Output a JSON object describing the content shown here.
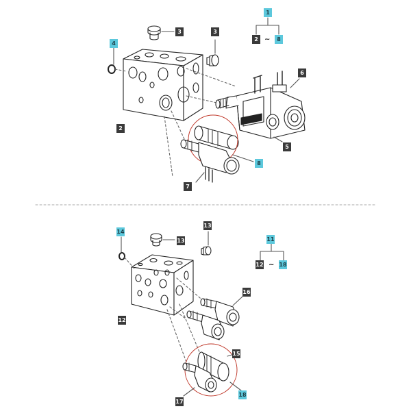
{
  "colors": {
    "dark_label": "#3a3a3a",
    "highlight_label": "#5cc8dc",
    "callout_circle": "#c0392b",
    "line": "#222222",
    "divider": "#aaaaaa"
  },
  "upper": {
    "group_label": "1",
    "range_from": "2",
    "range_sep": "~",
    "range_to": "8",
    "labels": {
      "plug_top": "3",
      "plug_side": "3",
      "oring": "4",
      "manifold": "2",
      "valve_assembly": "6",
      "coil": "5",
      "cartridge_highlight": "8",
      "solenoid_valve": "7"
    }
  },
  "lower": {
    "group_label": "11",
    "range_from": "12",
    "range_sep": "~",
    "range_to": "18",
    "labels": {
      "plug_top": "13",
      "plug_side": "13",
      "oring": "14",
      "manifold": "12",
      "valve_upper": "16",
      "valve_lower": "15",
      "cartridge_highlight": "18",
      "valve_bottom": "17"
    }
  }
}
